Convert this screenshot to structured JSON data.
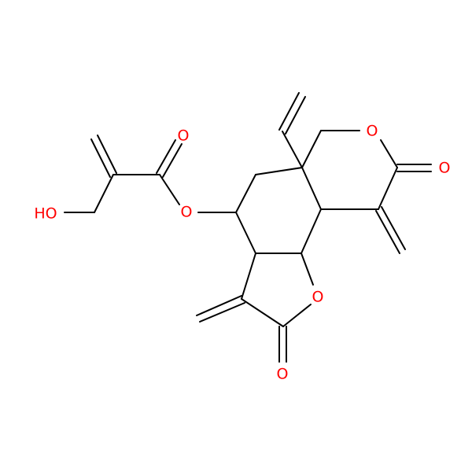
{
  "colors": {
    "bond": "#000000",
    "oxygen": "#ff0000",
    "background": "#ffffff"
  },
  "atoms": {
    "o_carbonyl_ester": "O",
    "o_ester": "O",
    "hydroxyl": "HO",
    "o_ring_pyran": "O",
    "o_lactone_pyran": "O",
    "o_ring_furan": "O",
    "o_lactone_furan": "O"
  }
}
